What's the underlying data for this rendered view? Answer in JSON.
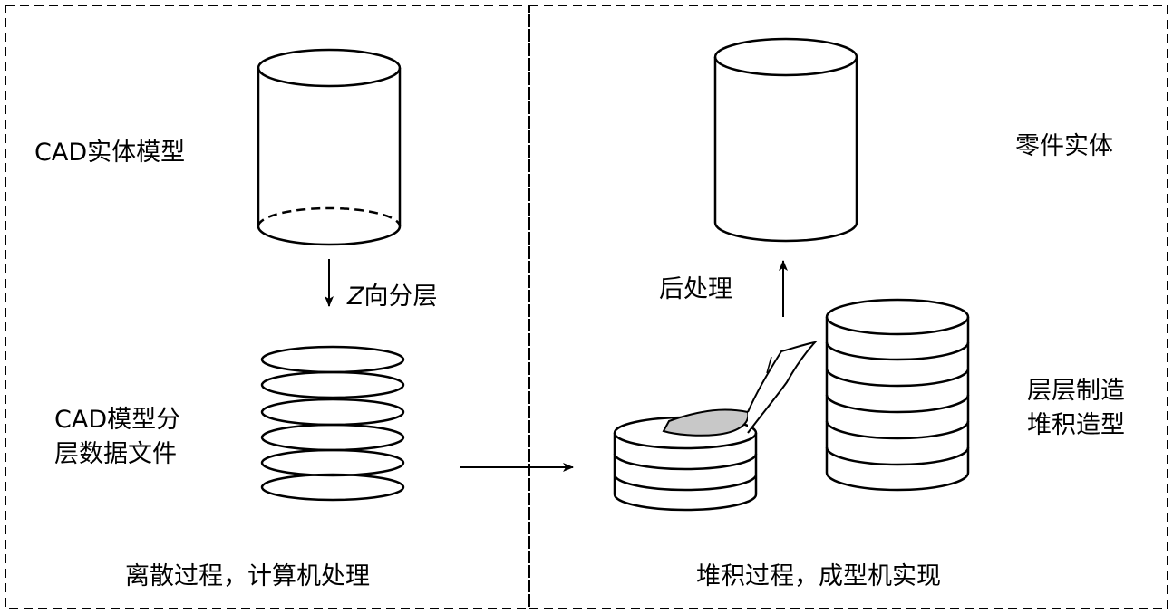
{
  "left_panel": {
    "cad_model_label": "CAD实体模型",
    "slicing_label_z": "Z",
    "slicing_label_rest": "向分层",
    "layer_file_label_line1": "CAD模型分",
    "layer_file_label_line2": "层数据文件",
    "caption": "离散过程，计算机处理"
  },
  "right_panel": {
    "part_label": "零件实体",
    "postprocess_label": "后处理",
    "build_label_line1": "层层制造",
    "build_label_line2": "堆积造型",
    "caption": "堆积过程，成型机实现"
  },
  "colors": {
    "line": "#000000",
    "background": "#ffffff",
    "sheet_fill": "#c8c8c8"
  }
}
